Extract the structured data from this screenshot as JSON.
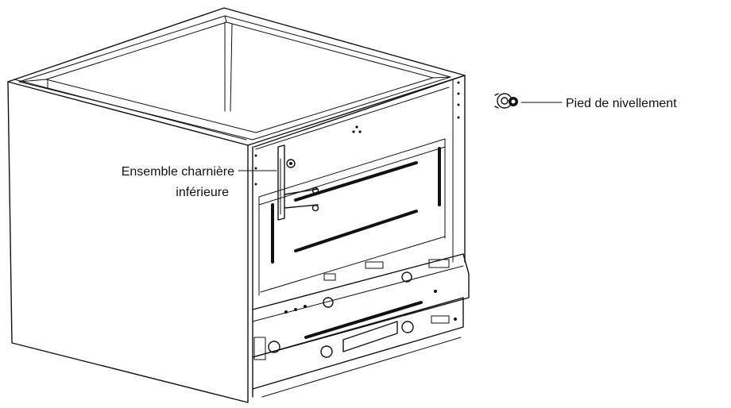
{
  "labels": {
    "leveling_foot": "Pied de nivellement",
    "lower_hinge_line1": "Ensemble charnière",
    "lower_hinge_line2": "inférieure"
  }
}
